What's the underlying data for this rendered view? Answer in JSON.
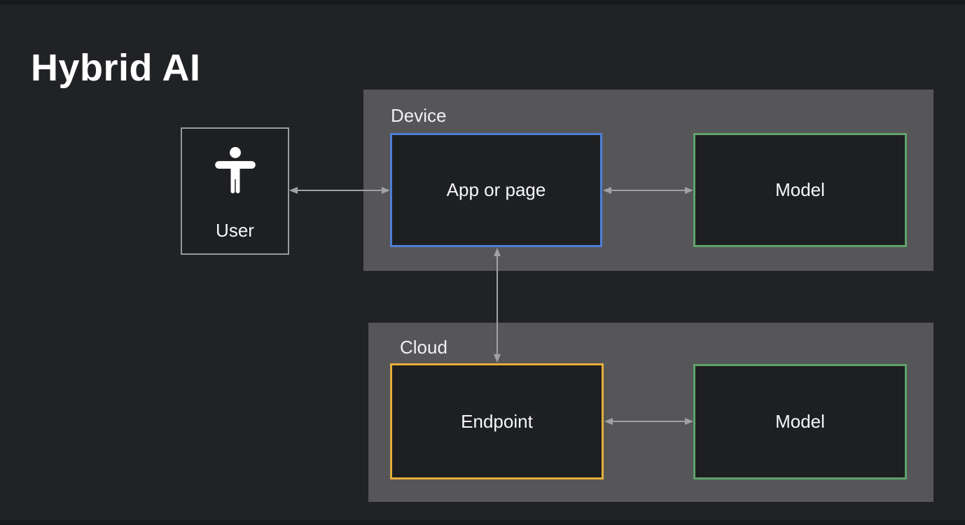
{
  "title": "Hybrid AI",
  "user": {
    "label": "User",
    "icon": "person-icon"
  },
  "device_panel": {
    "label": "Device",
    "app_box": {
      "label": "App or page"
    },
    "model_box": {
      "label": "Model"
    }
  },
  "cloud_panel": {
    "label": "Cloud",
    "endpoint_box": {
      "label": "Endpoint"
    },
    "model_box": {
      "label": "Model"
    }
  },
  "connections": [
    {
      "from": "User",
      "to": "App or page",
      "direction": "bidirectional"
    },
    {
      "from": "App or page",
      "to": "Device Model",
      "direction": "bidirectional"
    },
    {
      "from": "App or page",
      "to": "Cloud Endpoint",
      "direction": "bidirectional"
    },
    {
      "from": "Endpoint",
      "to": "Cloud Model",
      "direction": "bidirectional"
    }
  ],
  "colors": {
    "background": "#212226",
    "panel_gray": "#565659",
    "node_fill": "#1e1f21",
    "app_border_blue": "#4e7fd6",
    "model_border_green": "#5fa369",
    "endpoint_border_yellow": "#e6ae3a",
    "user_border_gray": "#97999c",
    "arrow_gray": "#a0a2a5",
    "text": "#f1f3f4"
  }
}
